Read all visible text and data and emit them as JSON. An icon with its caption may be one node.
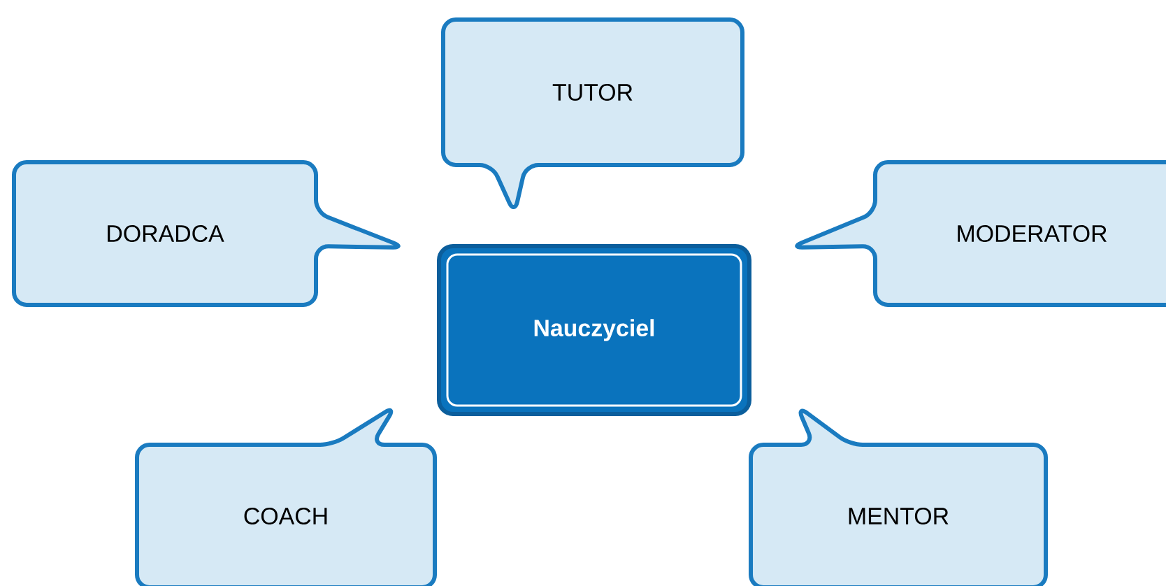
{
  "diagram": {
    "nodes": [
      {
        "text": [
          "Nauczyciel"
        ]
      },
      {
        "text": [
          "TUTOR"
        ]
      },
      {
        "text": [
          "DORADCA"
        ]
      },
      {
        "text": [
          "MODERATOR"
        ]
      },
      {
        "text": [
          "COACH"
        ]
      },
      {
        "text": [
          "MENTOR"
        ]
      }
    ]
  }
}
